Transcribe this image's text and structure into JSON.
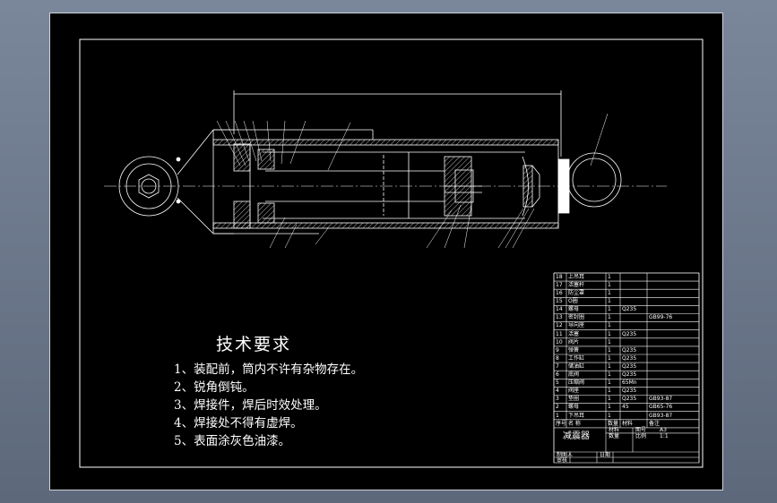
{
  "window": {
    "background_color": "#6e7a8e",
    "sheet_color": "#000000",
    "line_color": "#ffffff"
  },
  "drawing": {
    "top_dimension": "",
    "requirements": {
      "title": "技术要求",
      "items": [
        "1、装配前，筒内不许有杂物存在。",
        "2、锐角倒钝。",
        "3、焊接件，焊后时效处理。",
        "4、焊接处不得有虚焊。",
        "5、表面涂灰色油漆。"
      ]
    },
    "parts_list": {
      "rows": [
        {
          "no": "18",
          "name": "上吊耳",
          "qty": "1",
          "material": "",
          "std": ""
        },
        {
          "no": "17",
          "name": "活塞杆",
          "qty": "1",
          "material": "",
          "std": ""
        },
        {
          "no": "16",
          "name": "防尘罩",
          "qty": "1",
          "material": "",
          "std": ""
        },
        {
          "no": "15",
          "name": "O圈",
          "qty": "1",
          "material": "",
          "std": ""
        },
        {
          "no": "14",
          "name": "螺母",
          "qty": "1",
          "material": "Q235",
          "std": ""
        },
        {
          "no": "13",
          "name": "密封圈",
          "qty": "1",
          "material": "",
          "std": "GB99-76"
        },
        {
          "no": "12",
          "name": "导向座",
          "qty": "1",
          "material": "",
          "std": ""
        },
        {
          "no": "11",
          "name": "活塞",
          "qty": "1",
          "material": "Q235",
          "std": ""
        },
        {
          "no": "10",
          "name": "阀片",
          "qty": "1",
          "material": "",
          "std": ""
        },
        {
          "no": "9",
          "name": "弹簧",
          "qty": "1",
          "material": "Q235",
          "std": ""
        },
        {
          "no": "8",
          "name": "工作缸",
          "qty": "1",
          "material": "Q235",
          "std": ""
        },
        {
          "no": "7",
          "name": "储油缸",
          "qty": "1",
          "material": "Q235",
          "std": ""
        },
        {
          "no": "6",
          "name": "底阀",
          "qty": "1",
          "material": "Q235",
          "std": ""
        },
        {
          "no": "5",
          "name": "压缩阀",
          "qty": "1",
          "material": "65Mn",
          "std": ""
        },
        {
          "no": "4",
          "name": "阀座",
          "qty": "1",
          "material": "Q235",
          "std": ""
        },
        {
          "no": "3",
          "name": "垫圈",
          "qty": "1",
          "material": "Q235",
          "std": "GB93-87"
        },
        {
          "no": "2",
          "name": "螺母",
          "qty": "1",
          "material": "45",
          "std": "GB65-76"
        },
        {
          "no": "1",
          "name": "下吊耳",
          "qty": "1",
          "material": "",
          "std": "GB93-87"
        }
      ],
      "header": {
        "no": "序号",
        "name": "名  称",
        "qty": "数量",
        "material": "材料",
        "std": "备注"
      }
    },
    "title_block": {
      "title": "减震器",
      "material_label": "材料",
      "drawing_no_label": "图号",
      "drawing_no": "A3",
      "qty_label": "数量",
      "scale_label": "比例",
      "scale": "1:1",
      "designer_label": "制图人",
      "date_label": "日期",
      "checker_label": "审核"
    }
  }
}
